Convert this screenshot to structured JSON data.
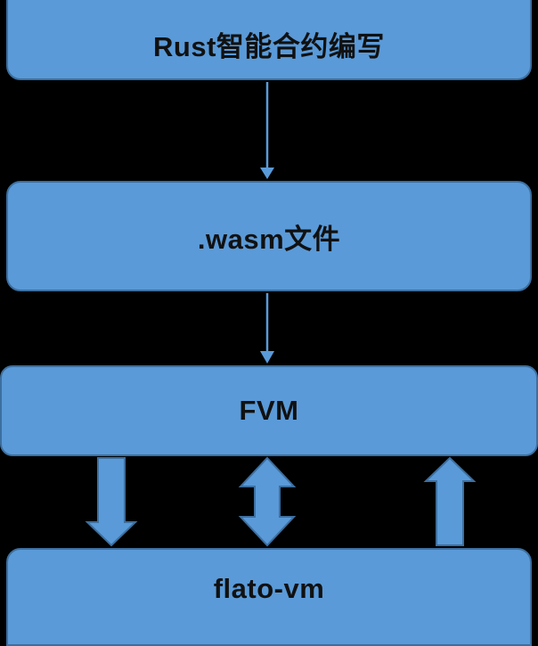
{
  "diagram": {
    "nodes": [
      {
        "id": "rust",
        "label": "Rust智能合约编写"
      },
      {
        "id": "wasm",
        "label": ".wasm文件"
      },
      {
        "id": "fvm",
        "label": "FVM"
      },
      {
        "id": "flato",
        "label": "flato-vm"
      }
    ],
    "edges": [
      {
        "from": "rust",
        "to": "wasm",
        "style": "thin-arrow"
      },
      {
        "from": "wasm",
        "to": "fvm",
        "style": "thin-arrow"
      },
      {
        "from": "fvm",
        "to": "flato",
        "style": "block-arrow-down"
      },
      {
        "from": "fvm",
        "to": "flato",
        "style": "block-arrow-bidirectional"
      },
      {
        "from": "flato",
        "to": "fvm",
        "style": "block-arrow-up"
      }
    ],
    "colors": {
      "box_fill": "#5a9ad8",
      "box_border": "#3d6f9f",
      "arrow_fill": "#5a9ad8",
      "arrow_stroke": "#3d6f9f",
      "background": "#000000"
    }
  }
}
